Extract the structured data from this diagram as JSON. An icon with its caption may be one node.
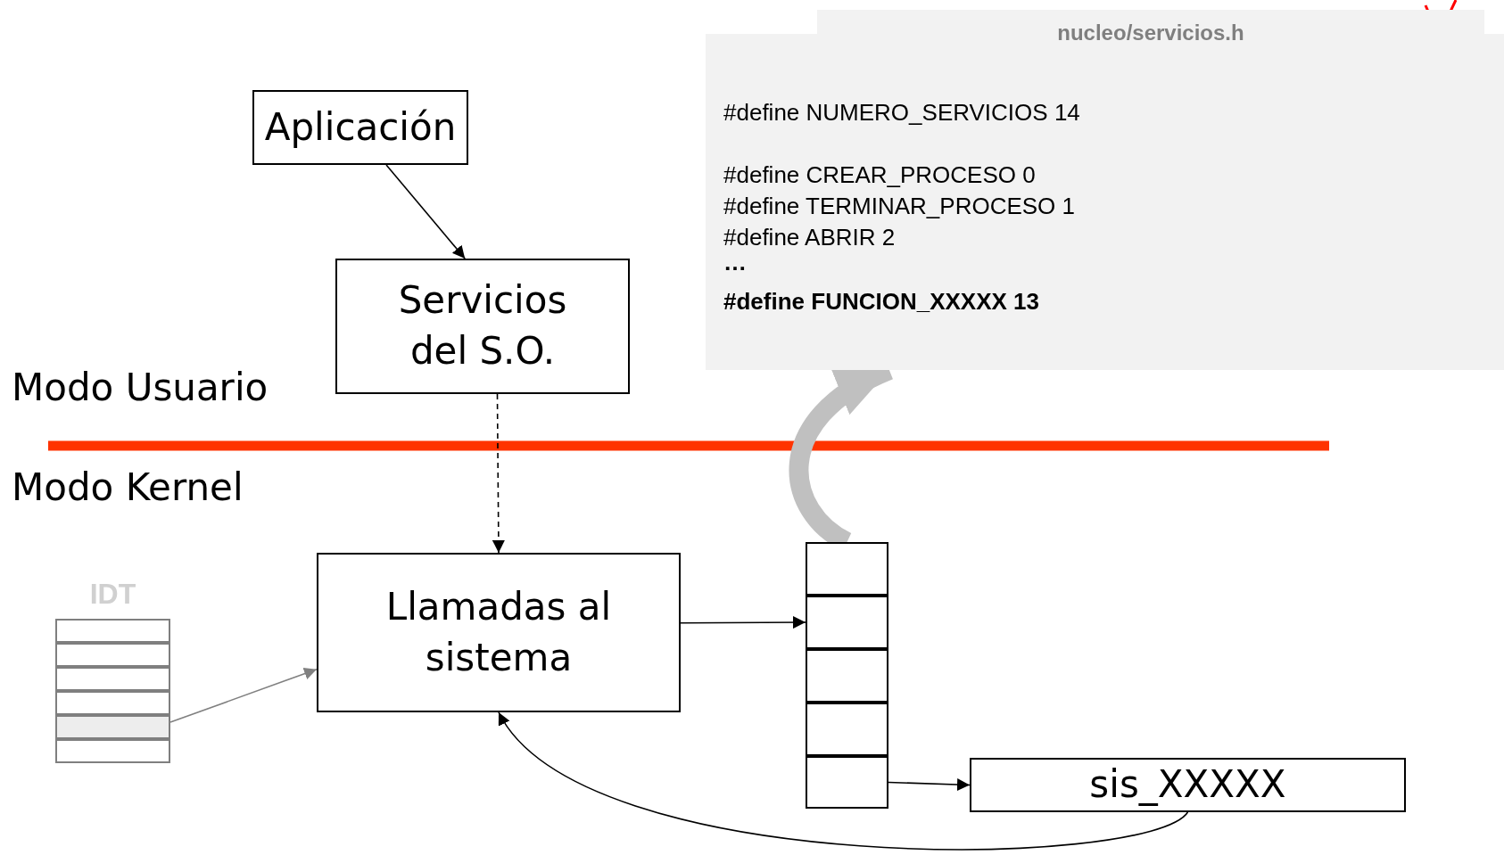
{
  "diagram": {
    "nodes": [
      {
        "text": [
          "Aplicación"
        ]
      },
      {
        "text": [
          "Servicios del S.O."
        ]
      },
      {
        "text": [
          "Llamadas al sistema"
        ]
      },
      {
        "text": [
          "IDT"
        ]
      },
      {
        "text": [],
        "shape": "bar",
        "in": 3
      },
      {
        "text": [],
        "shape": "box"
      },
      {
        "text": [],
        "shape": "box",
        "in": 5
      },
      {
        "text": [],
        "shape": "box",
        "in": 5
      },
      {
        "text": [],
        "shape": "box",
        "in": 5
      },
      {
        "text": [],
        "shape": "box",
        "in": 5
      },
      {
        "text": [],
        "shape": "box",
        "in": 5
      },
      {
        "text": [
          "sis_XXXXX"
        ]
      },
      {
        "text": [
          "nucleo/servicios.h",
          "#define NUMERO_SERVICIOS 14",
          "#define CREAR_PROCESO 0",
          "#define TERMINAR_PROCESO 1",
          "#define ABRIR 2",
          "…",
          "#define FUNCION_XXXXX 13"
        ]
      }
    ],
    "edges": [
      {
        "from": 0,
        "to": 1,
        "arrow": "to"
      },
      {
        "from": 1,
        "to": 2,
        "arrow": "to",
        "style": "dashed"
      },
      {
        "from": 4,
        "to": 2,
        "arrow": "to",
        "color": "#808080"
      },
      {
        "from": 2,
        "to": 7,
        "arrow": "to"
      },
      {
        "from": 10,
        "to": 11,
        "arrow": "to"
      },
      {
        "from": 11,
        "to": 2,
        "arrow": "to"
      },
      {
        "from": 5,
        "to": 12,
        "arrow": "to",
        "style": "thick",
        "color": "#c0c0c0"
      }
    ],
    "labels": [
      "Modo Usuario",
      "Modo Kernel"
    ]
  }
}
